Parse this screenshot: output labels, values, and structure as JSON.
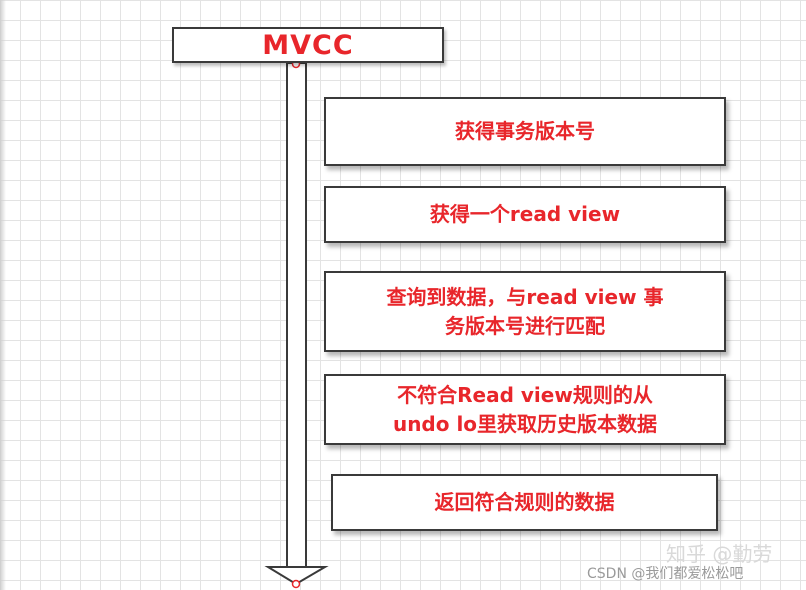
{
  "title": "MVCC",
  "steps": [
    "获得事务版本号",
    "获得一个read view",
    "查询到数据，与read view 事\n务版本号进行匹配",
    "不符合Read view规则的从\nundo lo里获取历史版本数据",
    "返回符合规则的数据"
  ],
  "watermarks": {
    "zhihu": "知乎 @勤劳",
    "csdn": "CSDN @我们都爱松松吧"
  },
  "colors": {
    "text_accent": "#e8262b",
    "border": "#3a3a3a",
    "grid": "#e3e3e3"
  }
}
